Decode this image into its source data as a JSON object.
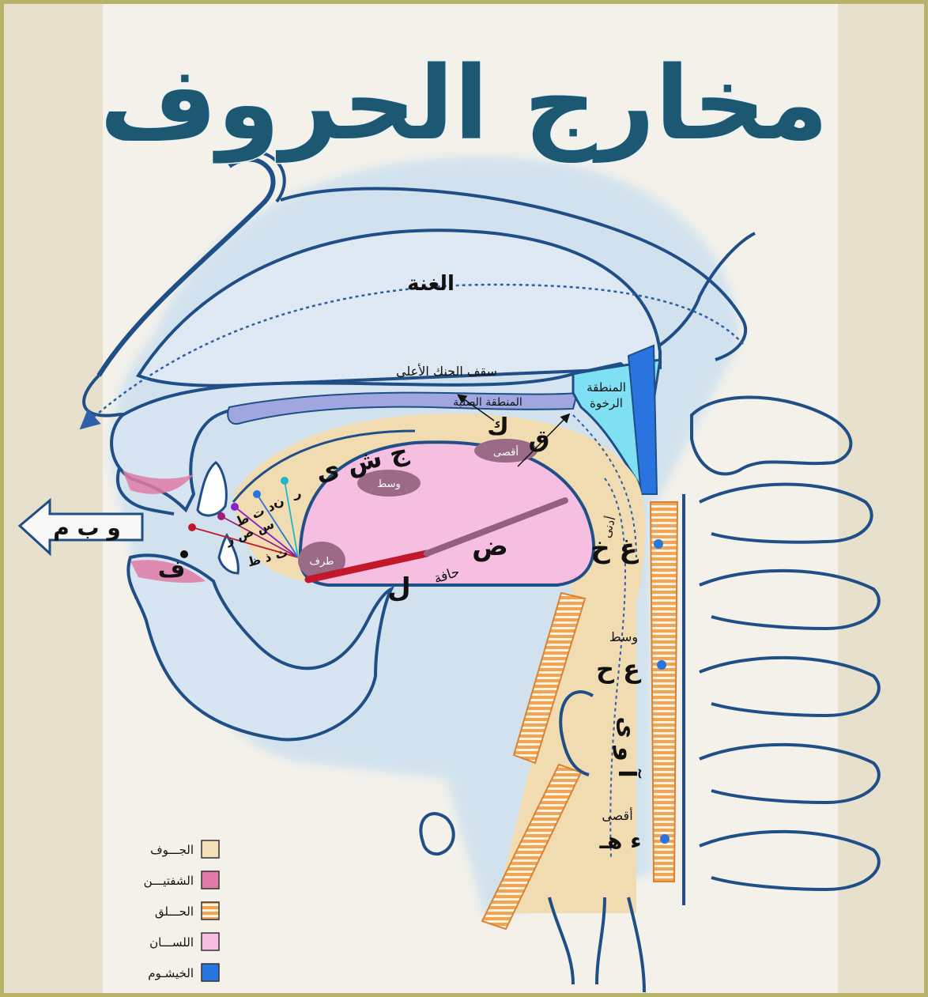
{
  "title": "مخارج الحروف",
  "labels": {
    "ghunna": "الغنة",
    "roof": "سقف الحنك الأعلى",
    "hard": "المنطقة الصلبة",
    "soft_1": "المنطقة",
    "soft_2": "الرخوة",
    "k": "ك",
    "q": "ق",
    "aqsa_tongue": "أقصى",
    "wasat_tongue": "وسط",
    "jsy": "ج ش ى",
    "letter_r": "ر",
    "letter_n": "ن",
    "dtt": "د ت ط",
    "ssz": "س ص ز",
    "thdz": "ث ذ ظ",
    "wbm": "و   ب   م",
    "f": "ف",
    "taraf": "طرف",
    "dad": "ض",
    "hafa": "حافة",
    "lam": "ل",
    "adna": "أدنى",
    "gh_kh": "غ خ",
    "wasat_throat": "وسط",
    "ain_ha": "ع ح",
    "madd": "آ و ى",
    "aqsa_throat": "أقصى",
    "hamza_ha": "ء هـ"
  },
  "legend": [
    {
      "label": "الجـــوف",
      "color": "#f3e0b6",
      "pattern": "plain"
    },
    {
      "label": "الشفتيـــن",
      "color": "#e07aa6",
      "pattern": "plain"
    },
    {
      "label": "الحـــلق",
      "color": "#f2a455",
      "pattern": "striped"
    },
    {
      "label": "اللســـان",
      "color": "#f6bfe2",
      "pattern": "plain"
    },
    {
      "label": "الخيشـوم",
      "color": "#2a74e0",
      "pattern": "plain"
    }
  ],
  "colors": {
    "outline": "#1f4f86",
    "glow": "#a8cff0",
    "title": "#1c5872",
    "cavity": "#f0dcb0",
    "tongue": "#f6bfe2",
    "lips": "#e07aa6",
    "throat": "#f2a455",
    "nasal": "#2a74e0",
    "hard_palate": "#9fa6e0",
    "soft_palate": "#7fe0f3",
    "lam_line": "#c2182b",
    "dad_line": "#946080",
    "tongue_zone": "#9a6a86"
  }
}
